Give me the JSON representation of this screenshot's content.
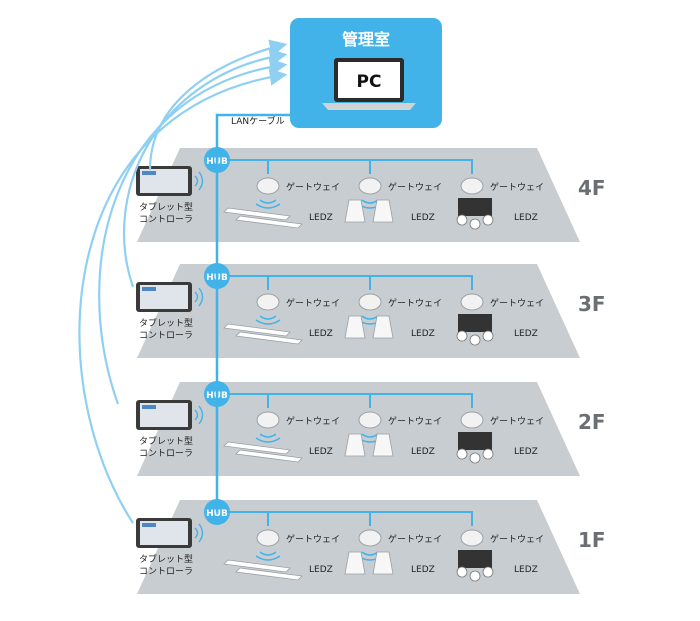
{
  "control_room": {
    "title": "管理室",
    "pc_label": "PC",
    "lan_label": "LANケーブル"
  },
  "colors": {
    "accent_blue": "#41b3e9",
    "line_blue": "#8fd0f2",
    "floor_fill": "#c8cdd1",
    "floor_label": "#6b6f73",
    "text": "#222222"
  },
  "floors": [
    {
      "label": "4F",
      "hub": "HUB",
      "tablet_label": [
        "タブレット型",
        "コントローラ"
      ],
      "gateways": [
        "ゲートウェイ",
        "ゲートウェイ",
        "ゲートウェイ"
      ],
      "ledz": [
        "LEDZ",
        "LEDZ",
        "LEDZ"
      ]
    },
    {
      "label": "3F",
      "hub": "HUB",
      "tablet_label": [
        "タブレット型",
        "コントローラ"
      ],
      "gateways": [
        "ゲートウェイ",
        "ゲートウェイ",
        "ゲートウェイ"
      ],
      "ledz": [
        "LEDZ",
        "LEDZ",
        "LEDZ"
      ]
    },
    {
      "label": "2F",
      "hub": "HUB",
      "tablet_label": [
        "タブレット型",
        "コントローラ"
      ],
      "gateways": [
        "ゲートウェイ",
        "ゲートウェイ",
        "ゲートウェイ"
      ],
      "ledz": [
        "LEDZ",
        "LEDZ",
        "LEDZ"
      ]
    },
    {
      "label": "1F",
      "hub": "HUB",
      "tablet_label": [
        "タブレット型",
        "コントローラ"
      ],
      "gateways": [
        "ゲートウェイ",
        "ゲートウェイ",
        "ゲートウェイ"
      ],
      "ledz": [
        "LEDZ",
        "LEDZ",
        "LEDZ"
      ]
    }
  ]
}
